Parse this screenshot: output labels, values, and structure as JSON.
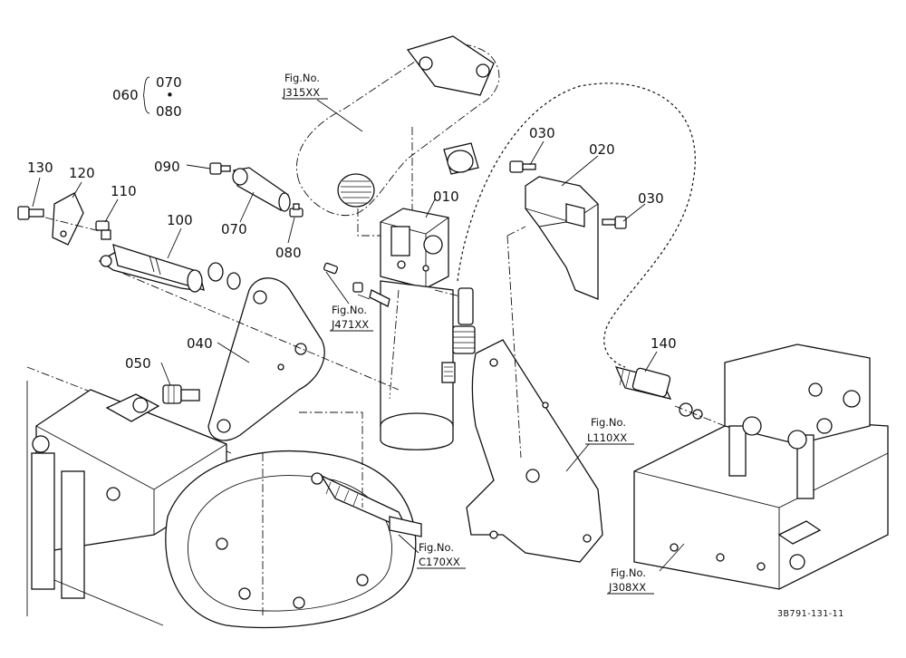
{
  "parts": {
    "p060": "060",
    "p070_top": "070",
    "p070_dot": "•",
    "p080_top": "080",
    "p130": "130",
    "p120": "120",
    "p110": "110",
    "p090": "090",
    "p100": "100",
    "p070": "070",
    "p080": "080",
    "p040": "040",
    "p050": "050",
    "p010": "010",
    "p030a": "030",
    "p020": "020",
    "p030b": "030",
    "p140": "140"
  },
  "fig_refs": {
    "j315_label": "Fig.No.",
    "j315_code": "J315XX",
    "j471_label": "Fig.No.",
    "j471_code": "J471XX",
    "l110_label": "Fig.No.",
    "l110_code": "L110XX",
    "c170_label": "Fig.No.",
    "c170_code": "C170XX",
    "j308_label": "Fig.No.",
    "j308_code": "J308XX"
  },
  "diagram_code": "3B791-131-11"
}
